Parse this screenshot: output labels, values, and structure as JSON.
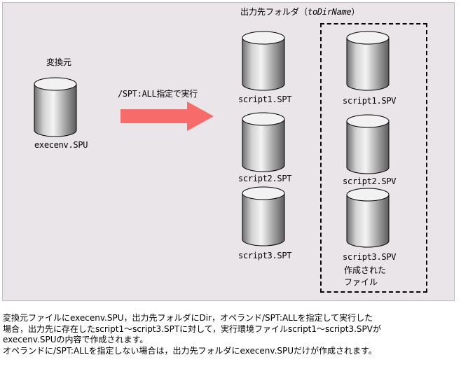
{
  "source": {
    "label": "変換元",
    "file": "execenv.SPU"
  },
  "arrow": {
    "label": "/SPT:ALL指定で実行",
    "color": "#f76b6b"
  },
  "output": {
    "header_prefix": "出力先フォルダ（",
    "header_dir": "toDirName",
    "header_suffix": "）",
    "existing_files": [
      "script1.SPT",
      "script2.SPT",
      "script3.SPT"
    ],
    "created_files": [
      "script1.SPV",
      "script2.SPV",
      "script3.SPV"
    ],
    "created_label_line1": "作成された",
    "created_label_line2": "ファイル"
  },
  "caption": {
    "line1": "変換元ファイルにexecenv.SPU，出力先フォルダにDir，オペランド/SPT:ALLを指定して実行した",
    "line2": "場合，出力先に存在したscript1～script3.SPTに対して，実行環境ファイルscript1～script3.SPVが",
    "line3": "execenv.SPUの内容で作成されます。",
    "line4": "オペランドに/SPT:ALLを指定しない場合は，出力先フォルダにexecenv.SPUだけが作成されます。"
  }
}
